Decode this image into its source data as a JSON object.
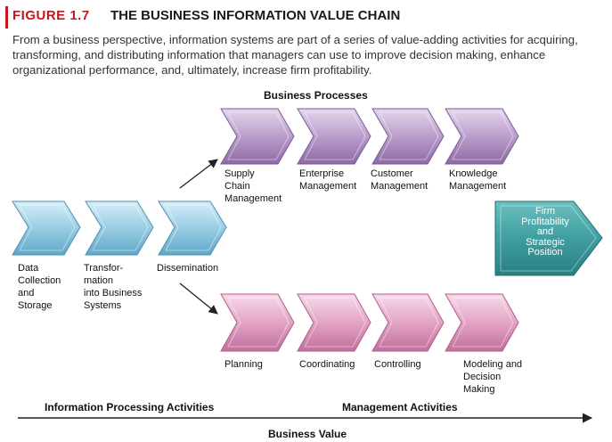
{
  "figure": {
    "label": "FIGURE 1.7",
    "title": "THE BUSINESS INFORMATION VALUE CHAIN",
    "caption": "From a business perspective, information systems are part of a series of value-adding activities for acquiring, transforming, and distributing information that managers can use to improve decision making, enhance organizational performance, and, ultimately, increase firm profitability."
  },
  "headers": {
    "business_processes": "Business Processes",
    "info_processing": "Information Processing Activities",
    "management_activities": "Management Activities",
    "business_value": "Business Value"
  },
  "info_chain": [
    {
      "lines": [
        "Data",
        "Collection",
        "and",
        "Storage"
      ]
    },
    {
      "lines": [
        "Transfor-",
        "mation",
        "into Business",
        "Systems"
      ]
    },
    {
      "lines": [
        "Dissemination"
      ]
    }
  ],
  "business_processes": [
    {
      "lines": [
        "Supply",
        "Chain",
        "Management"
      ]
    },
    {
      "lines": [
        "Enterprise",
        "Management"
      ]
    },
    {
      "lines": [
        "Customer",
        "Management"
      ]
    },
    {
      "lines": [
        "Knowledge",
        "Management"
      ]
    }
  ],
  "management_activities": [
    {
      "lines": [
        "Planning"
      ]
    },
    {
      "lines": [
        "Coordinating"
      ]
    },
    {
      "lines": [
        "Controlling"
      ]
    },
    {
      "lines": [
        "Modeling and",
        "Decision",
        "Making"
      ]
    }
  ],
  "firm": {
    "lines": [
      "Firm",
      "Profitability",
      "and",
      "Strategic",
      "Position"
    ]
  },
  "colors": {
    "accent": "#c4161c",
    "blue": "#8ec6e0",
    "purple": "#b89ac8",
    "pink": "#e4a7c8",
    "teal": "#3f9ea0"
  }
}
